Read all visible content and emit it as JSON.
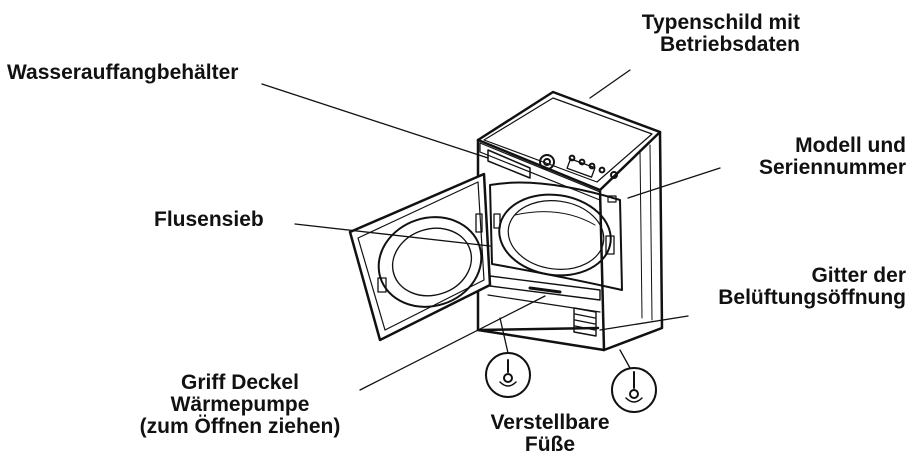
{
  "labels": {
    "typenschild": [
      "Typenschild mit",
      "Betriebsdaten"
    ],
    "wasser": [
      "Wasserauffangbehälter"
    ],
    "modell": [
      "Modell und",
      "Seriennummer"
    ],
    "flusensieb": [
      "Flusensieb"
    ],
    "gitter": [
      "Gitter der",
      "Belüftungsöffnung"
    ],
    "griff": [
      "Griff Deckel",
      "Wärmepumpe",
      "(zum Öffnen ziehen)"
    ],
    "fuesse": [
      "Verstellbare",
      "Füße"
    ]
  },
  "colors": {
    "line": "#111111",
    "text": "#111111",
    "background": "#ffffff"
  }
}
